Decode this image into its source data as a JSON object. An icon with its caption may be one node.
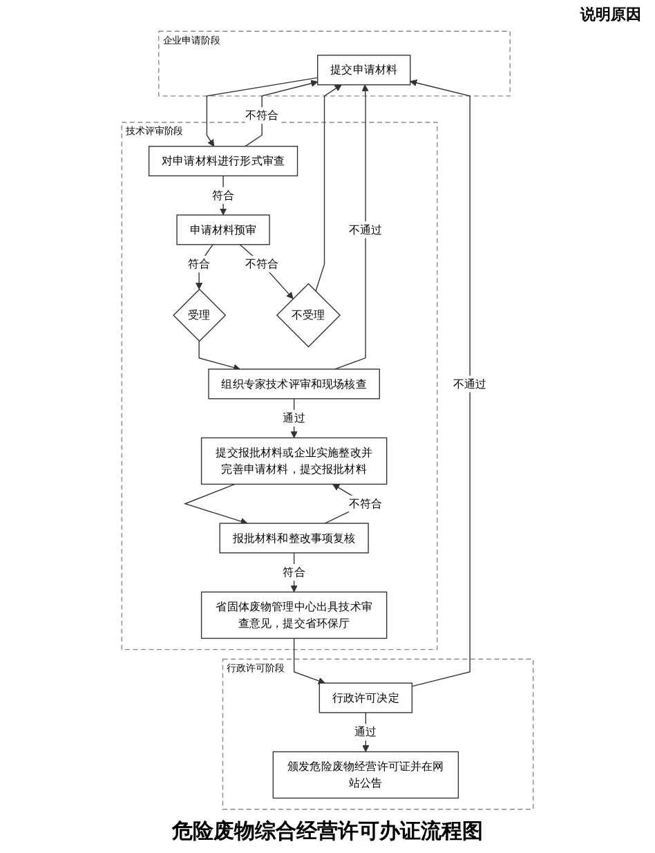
{
  "diagram": {
    "title": "危险废物综合经营许可办证流程图",
    "nodes": [
      {
        "text": [
          "企业申请阶段"
        ]
      },
      {
        "text": [
          "提交申请材料"
        ],
        "in": 0
      },
      {
        "text": [
          "技术评审阶段"
        ]
      },
      {
        "text": [
          "对申请材料进行形式审查"
        ],
        "in": 2
      },
      {
        "text": [
          "申请材料预审"
        ],
        "in": 2
      },
      {
        "text": [
          "受理"
        ],
        "in": 2
      },
      {
        "text": [
          "不受理"
        ],
        "in": 2
      },
      {
        "text": [
          "组织专家技术评审和现场核查"
        ],
        "in": 2
      },
      {
        "text": [
          "提交报批材料或企业实施整改并完善申请材料，提交报批材料"
        ],
        "in": 2
      },
      {
        "text": [
          "报批材料和整改事项复核"
        ],
        "in": 2
      },
      {
        "text": [
          "省固体废物管理中心出具技术审查意见，提交省环保厅"
        ],
        "in": 2
      },
      {
        "text": [
          "行政许可阶段"
        ]
      },
      {
        "text": [
          "行政许可决定"
        ],
        "in": 11
      },
      {
        "text": [
          "颁发危险废物经营许可证并在网站公告"
        ],
        "in": 11
      }
    ],
    "edges": [
      {
        "from": 1,
        "to": 3,
        "arrow": "to"
      },
      {
        "from": 3,
        "to": 4,
        "arrow": "to",
        "label": "符合"
      },
      {
        "from": 3,
        "to": 1,
        "arrow": "to",
        "label": "不符合"
      },
      {
        "from": 4,
        "to": 5,
        "arrow": "to",
        "label": "符合"
      },
      {
        "from": 4,
        "to": 6,
        "arrow": "to",
        "label": "不符合"
      },
      {
        "from": 5,
        "to": 7,
        "arrow": "to"
      },
      {
        "from": 6,
        "to": 1,
        "arrow": "to"
      },
      {
        "from": 7,
        "to": 8,
        "arrow": "to",
        "label": "通过"
      },
      {
        "from": 7,
        "to": 1,
        "arrow": "to",
        "label": "不通过"
      },
      {
        "from": 8,
        "to": 9,
        "arrow": "to"
      },
      {
        "from": 9,
        "to": 8,
        "arrow": "to",
        "label": "不符合"
      },
      {
        "from": 9,
        "to": 10,
        "arrow": "to",
        "label": "符合"
      },
      {
        "from": 10,
        "to": 12,
        "arrow": "to"
      },
      {
        "from": 12,
        "to": 13,
        "arrow": "to",
        "label": "通过"
      },
      {
        "from": 12,
        "to": 1,
        "arrow": "to",
        "label": "不通过"
      }
    ],
    "labels": [
      "说明原因"
    ]
  }
}
